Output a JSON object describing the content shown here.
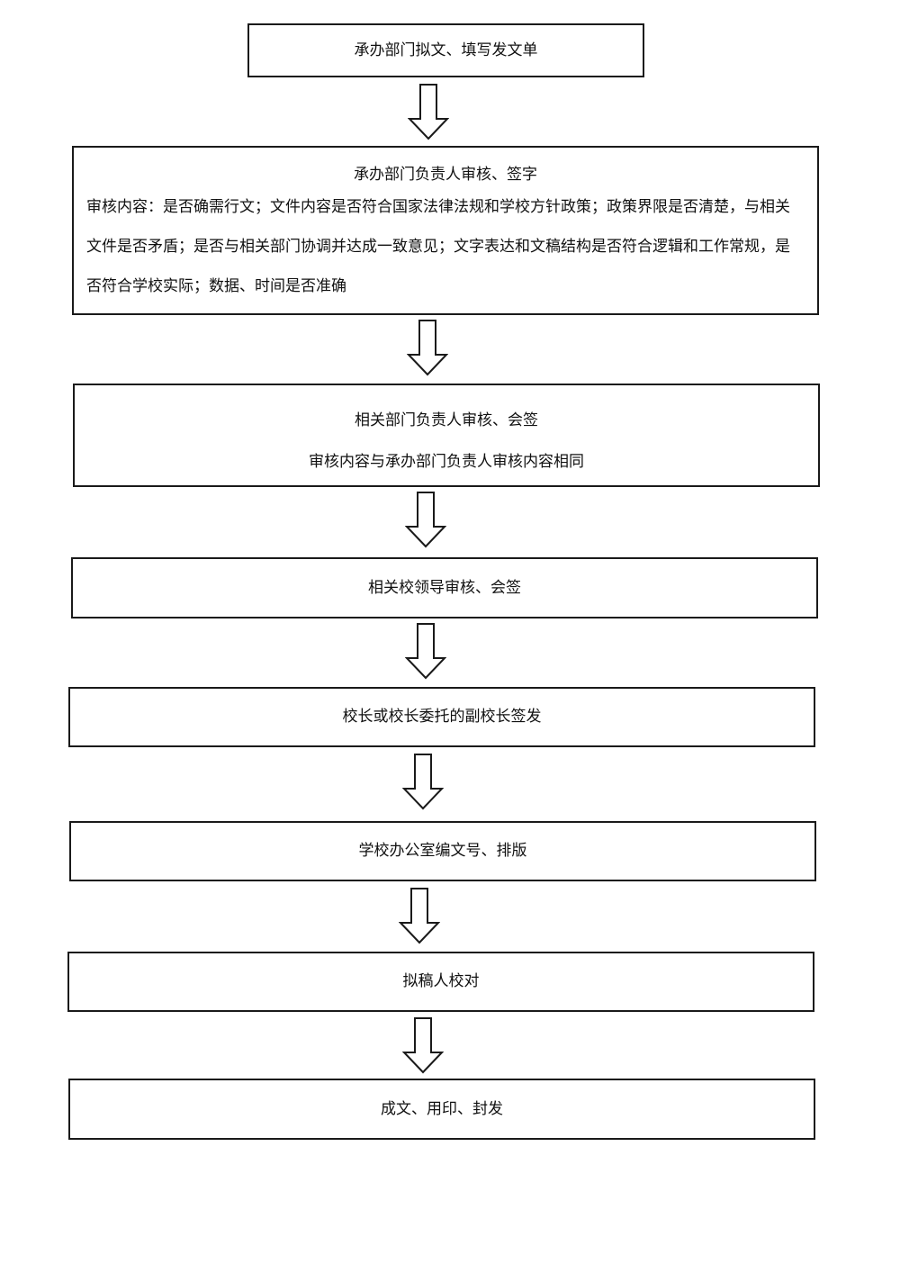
{
  "steps": [
    {
      "title": "承办部门拟文、填写发文单"
    },
    {
      "title": "承办部门负责人审核、签字",
      "detail": "审核内容：是否确需行文；文件内容是否符合国家法律法规和学校方针政策；政策界限是否清楚，与相关文件是否矛盾；是否与相关部门协调并达成一致意见；文字表达和文稿结构是否符合逻辑和工作常规，是否符合学校实际；数据、时间是否准确"
    },
    {
      "title": "相关部门负责人审核、会签",
      "detail": "审核内容与承办部门负责人审核内容相同"
    },
    {
      "title": "相关校领导审核、会签"
    },
    {
      "title": "校长或校长委托的副校长签发"
    },
    {
      "title": "学校办公室编文号、排版"
    },
    {
      "title": "拟稿人校对"
    },
    {
      "title": "成文、用印、封发"
    }
  ],
  "colors": {
    "border": "#1a1a1a",
    "background": "#ffffff",
    "text": "#111111"
  },
  "icons": {
    "connector": "hollow-down-arrow-icon"
  }
}
